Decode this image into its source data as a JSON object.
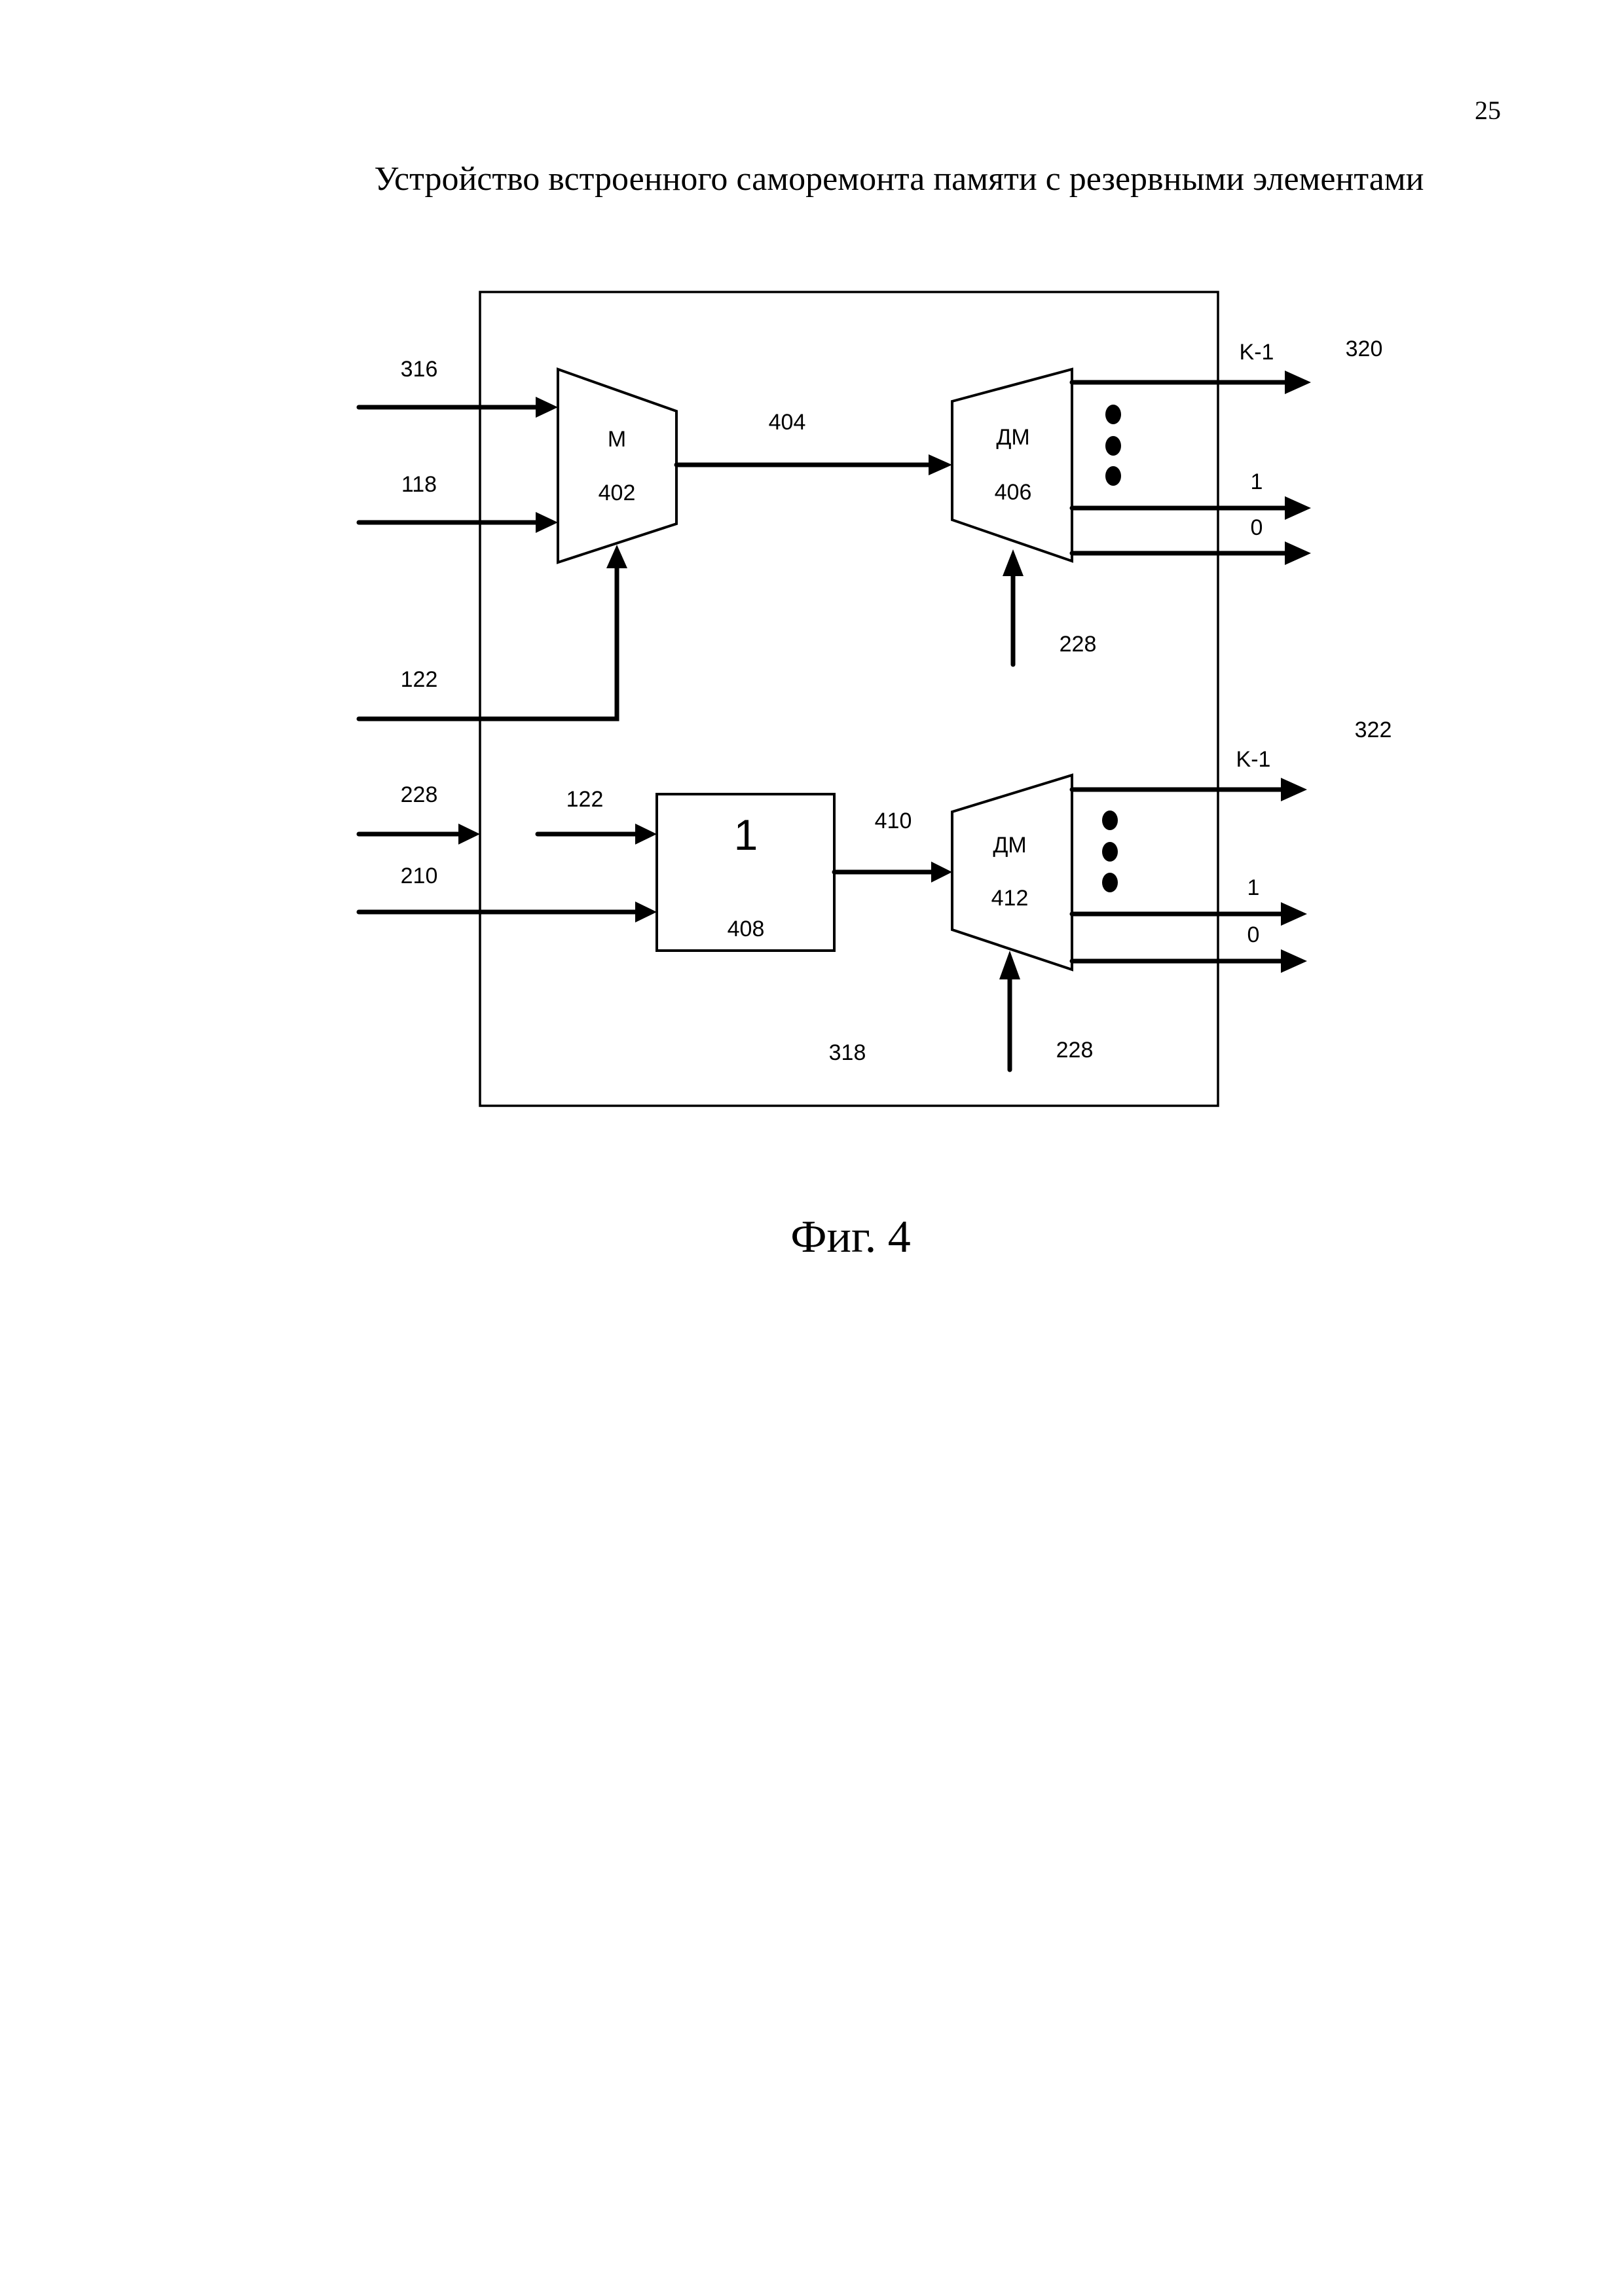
{
  "page": {
    "number": "25",
    "title": "Устройство встроенного саморемонта памяти с резервными элементами",
    "caption": "Фиг. 4"
  },
  "diagram": {
    "outer_block": {
      "id": "318",
      "label": "318"
    },
    "multiplexer": {
      "symbol": "М",
      "id": "402"
    },
    "demux_top": {
      "symbol": "ДМ",
      "id": "406",
      "output_group": "320"
    },
    "logic_block": {
      "symbol": "1",
      "id": "408"
    },
    "demux_bottom": {
      "symbol": "ДМ",
      "id": "412",
      "output_group": "322"
    },
    "signals": {
      "in_316": "316",
      "in_118": "118",
      "in_122": "122",
      "in_228": "228",
      "in_210": "210",
      "inner_122": "122",
      "link_404": "404",
      "link_410": "410",
      "ctrl_228_top": "228",
      "ctrl_228_bottom": "228"
    },
    "outputs_top": {
      "high": "K-1",
      "one": "1",
      "zero": "0"
    },
    "outputs_bottom": {
      "high": "K-1",
      "one": "1",
      "zero": "0"
    }
  }
}
